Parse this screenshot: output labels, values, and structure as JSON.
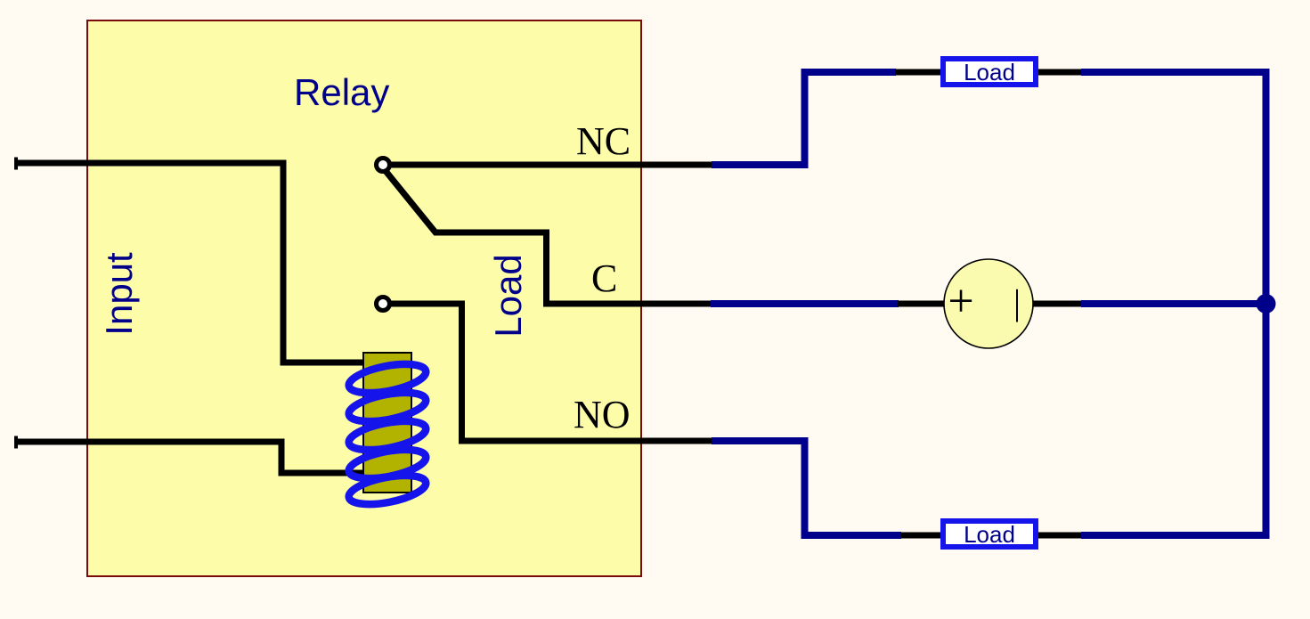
{
  "diagram": {
    "relay": {
      "title": "Relay",
      "input_label": "Input",
      "load_label": "Load"
    },
    "terminals": {
      "nc": "NC",
      "c": "C",
      "no": "NO"
    },
    "loads": {
      "top": "Load",
      "bottom": "Load"
    },
    "battery": {
      "positive": "+",
      "negative": "|"
    },
    "icons": {
      "coil": "coil-winding-icon",
      "nc_contact": "nc-contact-circle-icon",
      "no_contact": "no-contact-circle-icon",
      "junction": "junction-dot-icon",
      "battery": "battery-source-icon"
    }
  },
  "colors": {
    "background": "#FFFAF2",
    "relay_fill": "#FCFCA9",
    "relay_border": "#7A0B0B",
    "wire_black": "#000000",
    "wire_blue": "#00008B",
    "component_blue": "#1414EB",
    "coil_core": "#B2B200",
    "text_blue": "#00008B",
    "terminal_text": "#000000",
    "battery_fill": "#FBFBAF"
  }
}
